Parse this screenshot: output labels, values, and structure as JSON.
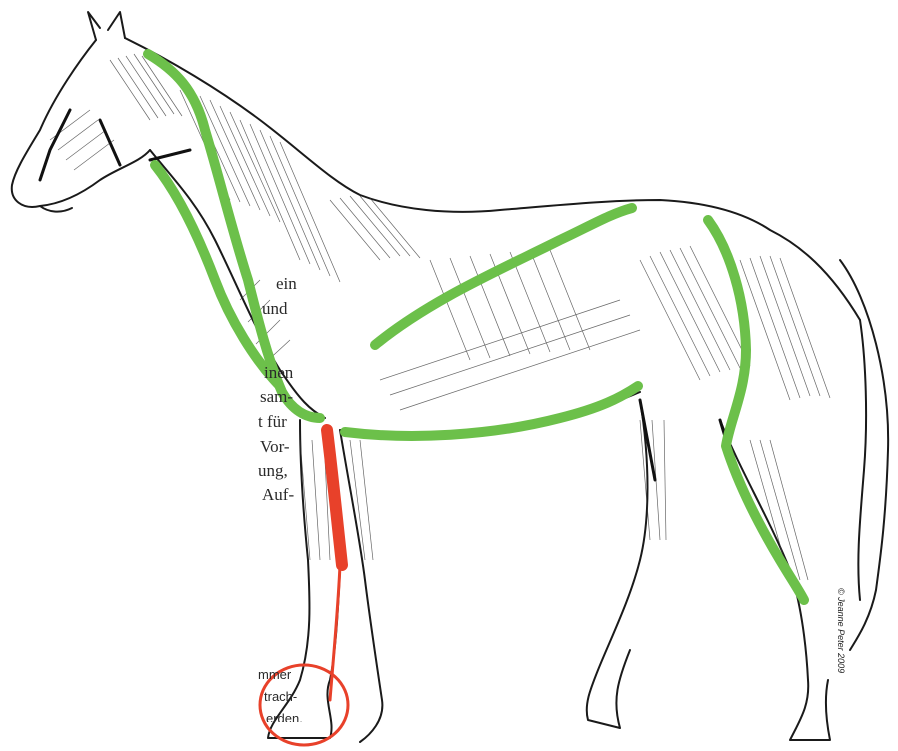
{
  "text_fragments": [
    "ein",
    "und",
    "inen",
    "sam-",
    "t für",
    "Vor-",
    "ung,",
    "Auf-",
    "mmer",
    "trach-",
    "erden."
  ],
  "copyright": "© Jeanne Peter 2009",
  "colors": {
    "outline": "#1a1a1a",
    "muscle_lines": "#333333",
    "green_markings": "#6cc04a",
    "red_markings": "#e8412a",
    "background": "#ffffff"
  }
}
